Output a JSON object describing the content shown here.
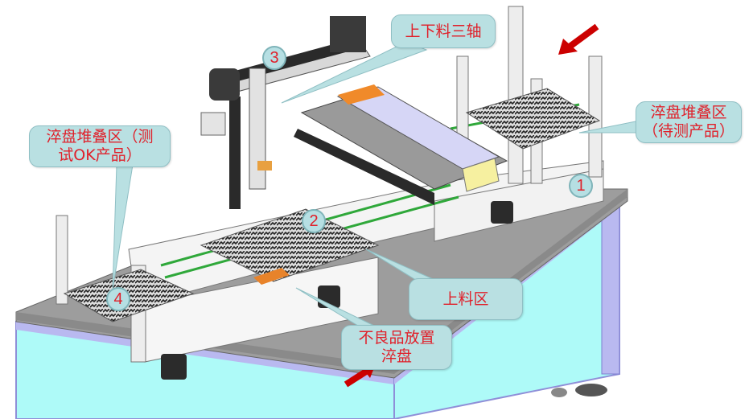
{
  "diagram": {
    "type": "annotated-3d-machine-rendering",
    "colors": {
      "callout_fill": "#b9e0e2",
      "callout_border": "#8fbfc4",
      "callout_text": "#e0202a",
      "frame_panel": "#aefaf8",
      "frame_border": "#b9b9f0",
      "table_top": "#9a9a9a",
      "arrow": "#cc0000"
    },
    "callouts": [
      {
        "id": "gantry",
        "text": "上下料三轴"
      },
      {
        "id": "tray-stack-pending",
        "line1": "淬盘堆叠区",
        "line2": "（待测产品）"
      },
      {
        "id": "tray-stack-ok",
        "line1": "淬盘堆叠区（测",
        "line2": "试OK产品）"
      },
      {
        "id": "loading-area",
        "text": "上料区"
      },
      {
        "id": "reject-tray",
        "line1": "不良品放置",
        "line2": "淬盘"
      }
    ],
    "markers": [
      {
        "label": "1"
      },
      {
        "label": "2"
      },
      {
        "label": "3"
      },
      {
        "label": "4"
      }
    ],
    "arrows": [
      {
        "id": "input-arrow",
        "direction": "down-left"
      },
      {
        "id": "output-arrow",
        "direction": "up-right"
      }
    ]
  }
}
